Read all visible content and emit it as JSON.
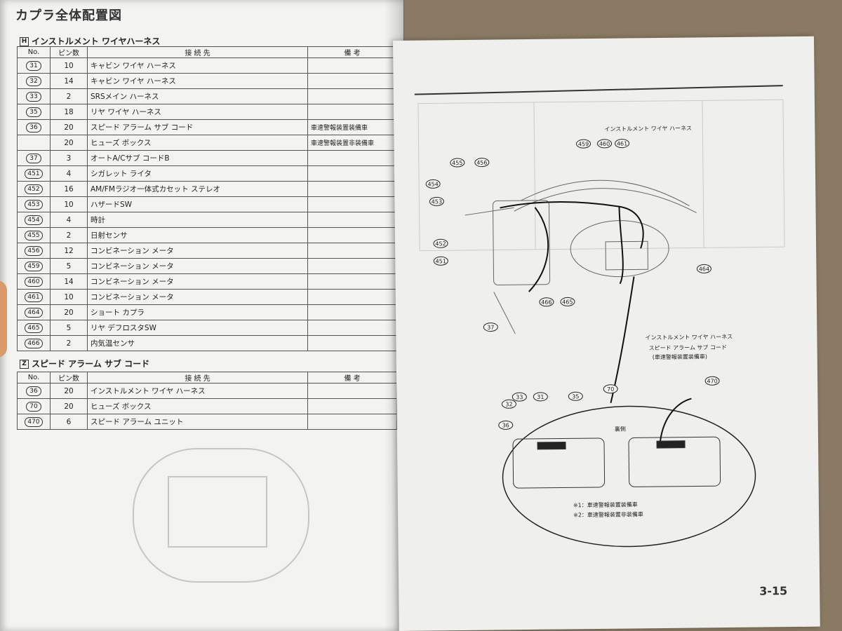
{
  "page_title": "カプラ全体配置図",
  "section_h": {
    "marker": "H",
    "title": "インストルメント ワイヤハーネス",
    "headers": {
      "no": "No.",
      "pins": "ピン数",
      "connection": "接 続 先",
      "notes": "備 考"
    },
    "rows": [
      {
        "no": "31",
        "pins": "10",
        "connection": "キャビン ワイヤ ハーネス",
        "note": ""
      },
      {
        "no": "32",
        "pins": "14",
        "connection": "キャビン ワイヤ ハーネス",
        "note": ""
      },
      {
        "no": "33",
        "pins": "2",
        "connection": "SRSメイン ハーネス",
        "note": ""
      },
      {
        "no": "35",
        "pins": "18",
        "connection": "リヤ ワイヤ ハーネス",
        "note": ""
      },
      {
        "no": "36",
        "pins": "20",
        "connection": "スピード アラーム サブ コード",
        "note": "車速警報装置装備車"
      },
      {
        "no": "",
        "pins": "20",
        "connection": "ヒューズ ボックス",
        "note": "車速警報装置非装備車"
      },
      {
        "no": "37",
        "pins": "3",
        "connection": "オートA/Cサブ コードB",
        "note": ""
      },
      {
        "no": "451",
        "pins": "4",
        "connection": "シガレット ライタ",
        "note": ""
      },
      {
        "no": "452",
        "pins": "16",
        "connection": "AM/FMラジオ一体式カセット ステレオ",
        "note": ""
      },
      {
        "no": "453",
        "pins": "10",
        "connection": "ハザードSW",
        "note": ""
      },
      {
        "no": "454",
        "pins": "4",
        "connection": "時計",
        "note": ""
      },
      {
        "no": "455",
        "pins": "2",
        "connection": "日射センサ",
        "note": ""
      },
      {
        "no": "456",
        "pins": "12",
        "connection": "コンビネーション メータ",
        "note": ""
      },
      {
        "no": "459",
        "pins": "5",
        "connection": "コンビネーション メータ",
        "note": ""
      },
      {
        "no": "460",
        "pins": "14",
        "connection": "コンビネーション メータ",
        "note": ""
      },
      {
        "no": "461",
        "pins": "10",
        "connection": "コンビネーション メータ",
        "note": ""
      },
      {
        "no": "464",
        "pins": "20",
        "connection": "ショート カプラ",
        "note": ""
      },
      {
        "no": "465",
        "pins": "5",
        "connection": "リヤ デフロスタSW",
        "note": ""
      },
      {
        "no": "466",
        "pins": "2",
        "connection": "内気温センサ",
        "note": ""
      }
    ]
  },
  "section_z": {
    "marker": "Z",
    "title": "スピード アラーム サブ コード",
    "headers": {
      "no": "No.",
      "pins": "ピン数",
      "connection": "接 続 先",
      "notes": "備 考"
    },
    "rows": [
      {
        "no": "36",
        "pins": "20",
        "connection": "インストルメント ワイヤ ハーネス",
        "note": ""
      },
      {
        "no": "70",
        "pins": "20",
        "connection": "ヒューズ ボックス",
        "note": ""
      },
      {
        "no": "470",
        "pins": "6",
        "connection": "スピード アラーム ユニット",
        "note": ""
      }
    ]
  },
  "diagram": {
    "harness_label_top": "インストルメント ワイヤ ハーネス",
    "harness_label_bottom": "インストルメント ワイヤ ハーネス",
    "sub_cord_label": "スピード アラーム サブ コード",
    "sub_cord_note": "(車速警報装置装備車)",
    "back_side": "裏側",
    "note1": "※1：車速警報装置装備車",
    "note2": "※2：車速警報装置非装備車",
    "callouts": [
      "455",
      "456",
      "454",
      "453",
      "452",
      "451",
      "459",
      "460",
      "461",
      "464",
      "466",
      "465",
      "37",
      "36",
      "70",
      "33",
      "31",
      "32",
      "35",
      "470"
    ]
  },
  "page_number": "3-15"
}
